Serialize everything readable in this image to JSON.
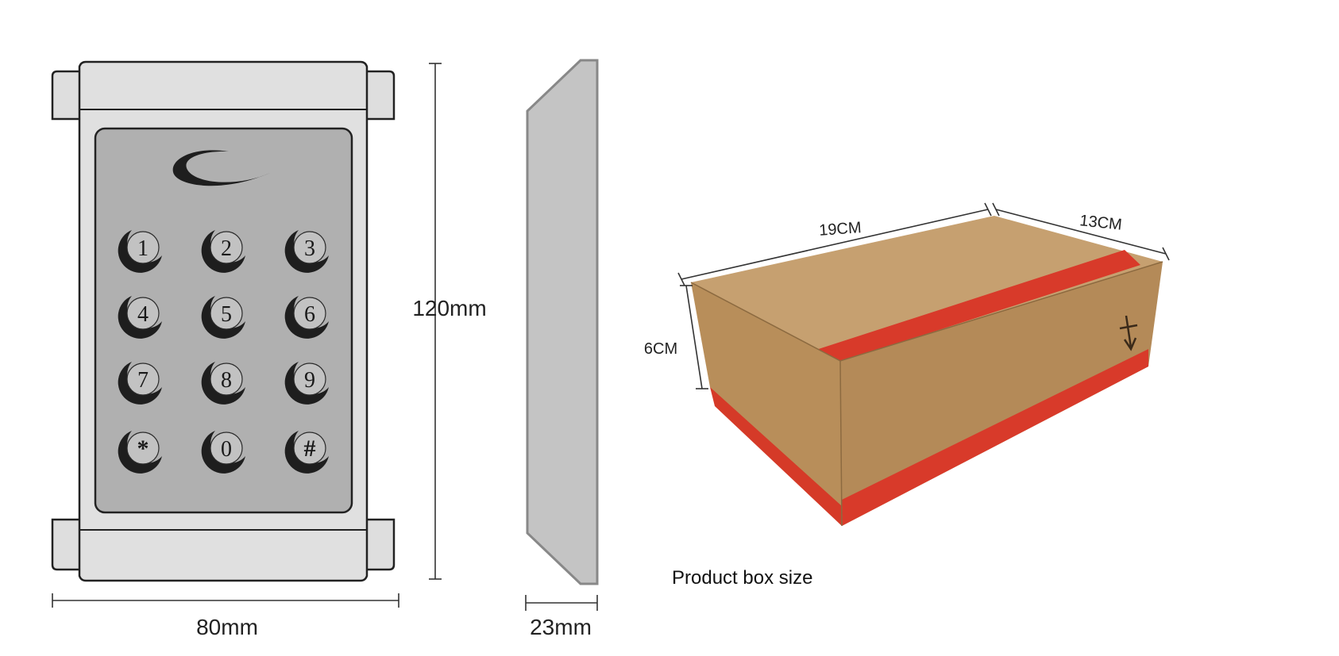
{
  "keypad": {
    "keys": [
      "1",
      "2",
      "3",
      "4",
      "5",
      "6",
      "7",
      "8",
      "9",
      "*",
      "0",
      "#"
    ],
    "height_label": "120mm",
    "width_label": "80mm",
    "depth_label": "23mm"
  },
  "box": {
    "length_label": "19CM",
    "width_label": "13CM",
    "height_label": "6CM",
    "caption": "Product box size"
  },
  "colors": {
    "frame": "#dcdcdc",
    "panel": "#b0b0b0",
    "side": "#c4c4c4",
    "cardboard": "#b89362",
    "tape": "#d83a2a"
  }
}
